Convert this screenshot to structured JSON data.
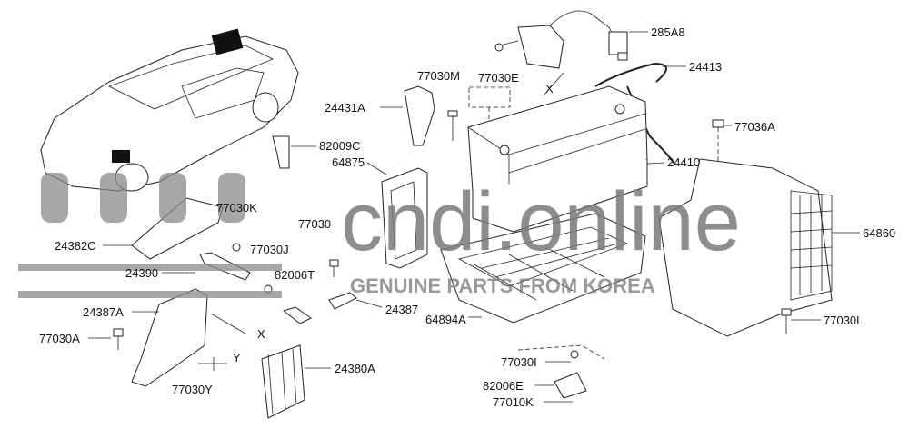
{
  "diagram": {
    "title": "Battery & Cable Parts Diagram",
    "labels": {
      "p285A8": "285A8",
      "p24413": "24413",
      "p77030M": "77030M",
      "p77030E": "77030E",
      "p24431A": "24431A",
      "p77036A": "77036A",
      "p82009C": "82009C",
      "p64875": "64875",
      "p24410": "24410",
      "p77030K": "77030K",
      "p77030": "77030",
      "p64860": "64860",
      "p24382C": "24382C",
      "p77030J": "77030J",
      "p24390": "24390",
      "p82006T": "82006T",
      "p24387": "24387",
      "p24387A": "24387A",
      "p64894A": "64894A",
      "p77030A": "77030A",
      "p77030L": "77030L",
      "p24380A": "24380A",
      "p77030I": "77030I",
      "p77030Y": "77030Y",
      "p82006E": "82006E",
      "p77010K": "77010K"
    },
    "axis_marks": {
      "x1": "X",
      "x2": "X",
      "y": "Y"
    }
  },
  "watermark": {
    "site": "cndi.online",
    "tagline": "GENUINE PARTS FROM KOREA"
  }
}
